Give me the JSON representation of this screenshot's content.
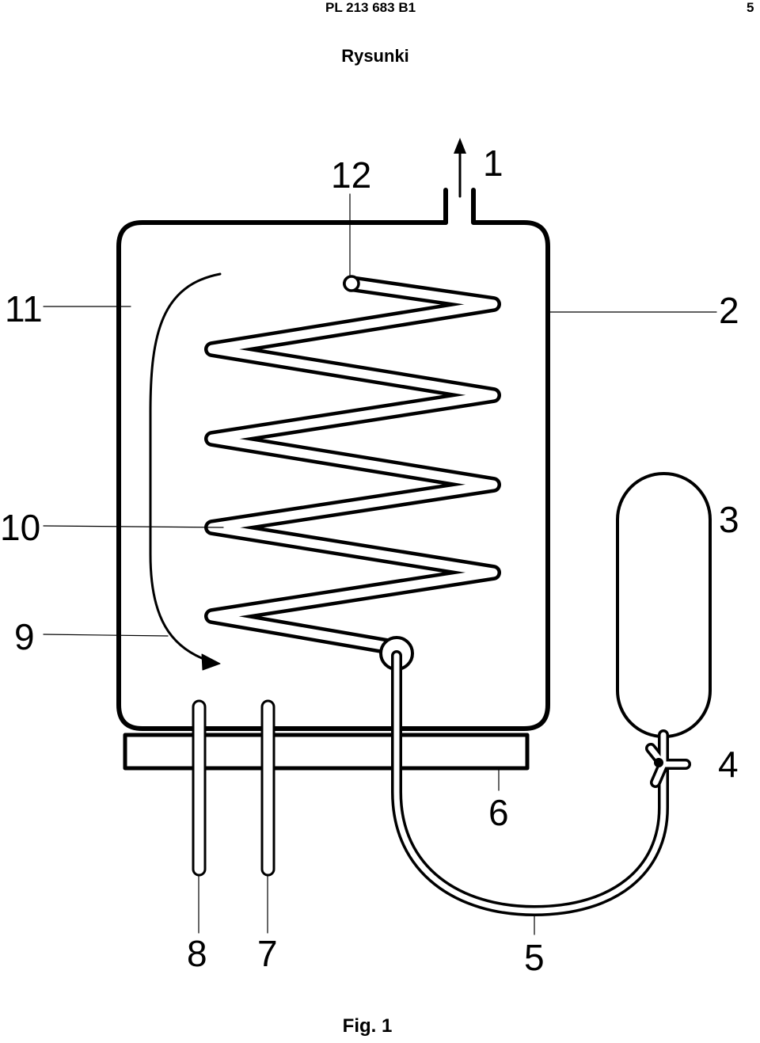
{
  "header": {
    "document_number": "PL 213 683 B1",
    "page_number": "5"
  },
  "section_title": "Rysunki",
  "figure": {
    "caption": "Fig. 1",
    "reference_numerals": {
      "outlet": "1",
      "vessel": "2",
      "bulb": "3",
      "valve": "4",
      "hose": "5",
      "heater_plate": "6",
      "probe_7": "7",
      "probe_8": "8",
      "flow": "9",
      "coil": "10",
      "interior": "11",
      "coil_inlet": "12"
    }
  }
}
